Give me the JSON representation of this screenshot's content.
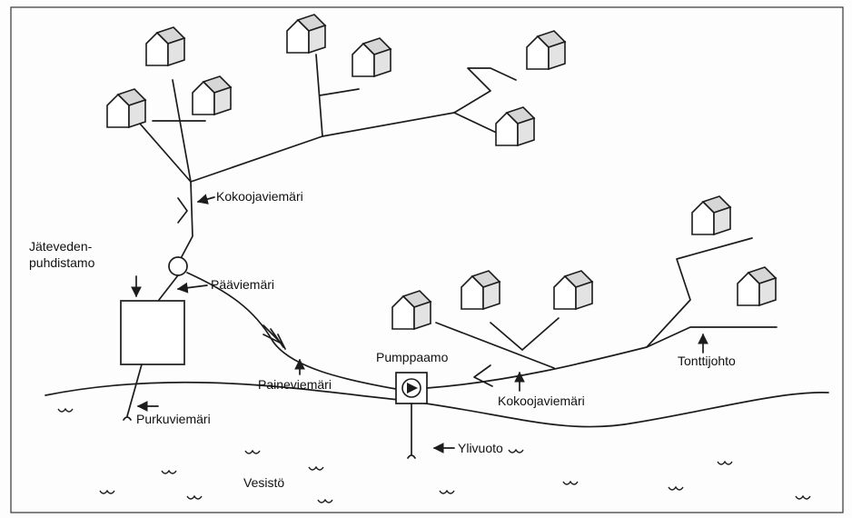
{
  "labels": {
    "kokoojaviemari_top": "Kokoojaviemäri",
    "jatevedenpuhdistamo_l1": "Jäteveden-",
    "jatevedenpuhdistamo_l2": "puhdistamo",
    "paaviemari": "Pääviemäri",
    "pumppaamo": "Pumppaamo",
    "tonttijohto": "Tonttijohto",
    "paineviemari": "Paineviemäri",
    "kokoojaviemari_bottom": "Kokoojaviemäri",
    "purkuviemari": "Purkuviemäri",
    "ylivuoto": "Ylivuoto",
    "vesisto": "Vesistö"
  },
  "houses": [
    {
      "id": "h1"
    },
    {
      "id": "h2"
    },
    {
      "id": "h3"
    },
    {
      "id": "h4"
    },
    {
      "id": "h5"
    },
    {
      "id": "h6"
    },
    {
      "id": "h7"
    },
    {
      "id": "h8"
    },
    {
      "id": "h9"
    },
    {
      "id": "h10"
    },
    {
      "id": "h11"
    },
    {
      "id": "h12"
    }
  ]
}
